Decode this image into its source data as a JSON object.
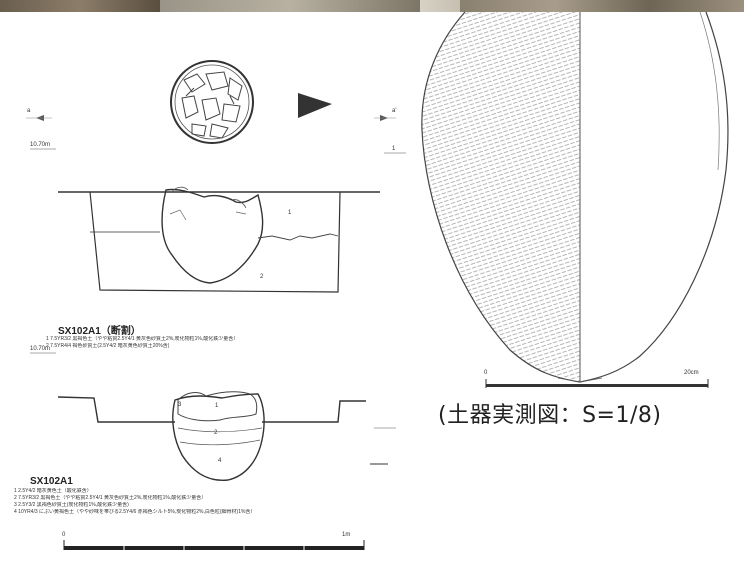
{
  "caption": "(土器実測図：S=1/8)",
  "plan_view": {
    "level_label_left": "10.70m",
    "level_label_right": "1",
    "marker_left": "a",
    "marker_right": "a'"
  },
  "section_1": {
    "title": "SX102A1（断割）",
    "layer_marks": [
      "1",
      "2"
    ],
    "notes": [
      "1 7.5YR3/2 黒褐色土（やや粘質2.5Y4/1 黄灰色砂質土2%,炭化物粒1%,酸化鉄少量含）",
      "2 7.5YR4/4 褐色砂質土(2.5Y4/2 暗灰黄色砂質土20%含)"
    ]
  },
  "section_2": {
    "title": "SX102A1",
    "level_label": "10.70m",
    "layer_marks": [
      "1",
      "2",
      "3",
      "4"
    ],
    "notes": [
      "1 2.5Y4/2 暗灰黄色土（酸化鉄含）",
      "2 7.5YR3/2 黒褐色土（やや粘質2.5Y4/1 黄灰色砂質土2%,炭化物粒1%,酸化鉄少量含）",
      "3 2.5Y3/2 黒褐色砂質土(炭化物粒1%,酸化鉄少量含)",
      "4 10YR4/3 にぶい黄褐色土（やや砂味を帯びる2.5Y4/6 赤褐色シルト5%,炭化物粒2%,白色粒(細骨材)1%含）"
    ],
    "scale_start": "0",
    "scale_end": "1m"
  },
  "vessel": {
    "scale_start": "0",
    "scale_end": "20cm"
  }
}
